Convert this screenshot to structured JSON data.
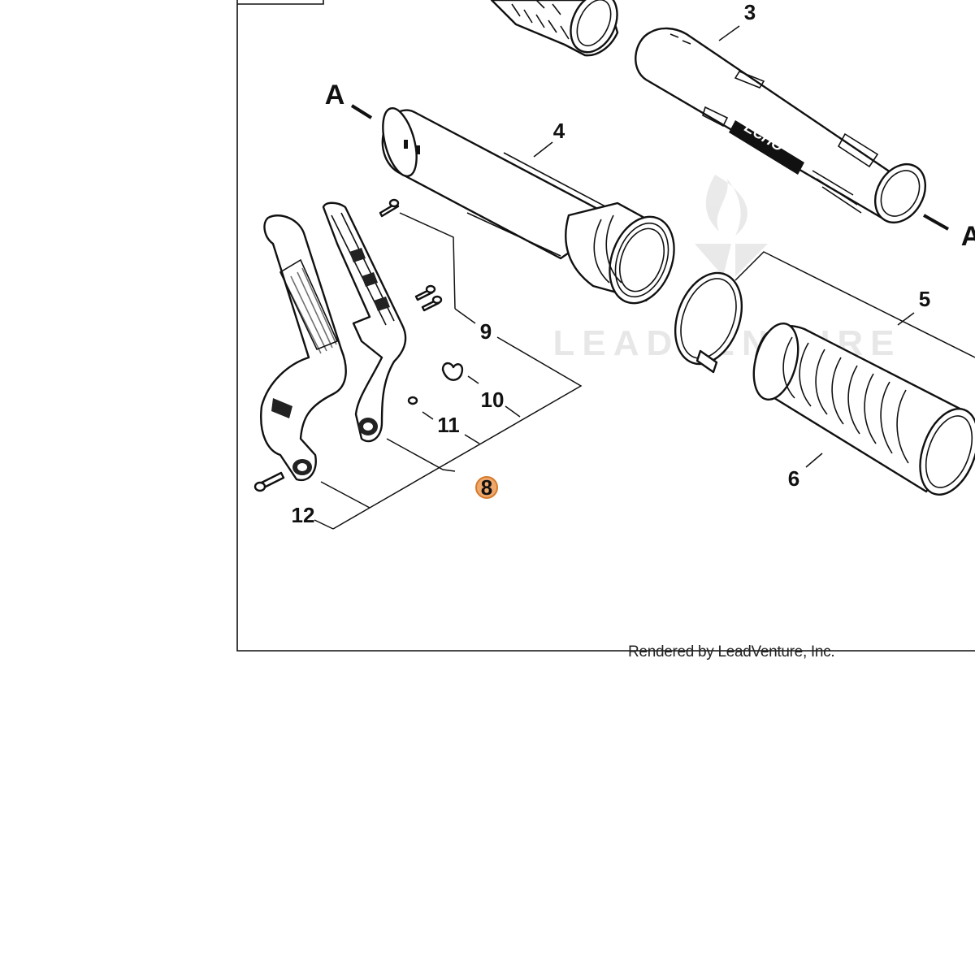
{
  "diagram": {
    "reference_marks": [
      "A",
      "A"
    ],
    "brand_logo": "ECHO",
    "watermark": "LEADVENTURE",
    "callouts": {
      "part3": "3",
      "part4": "4",
      "part5": "5",
      "part6": "6",
      "part8": "8",
      "part9": "9",
      "part10": "10",
      "part11": "11",
      "part12": "12"
    },
    "highlight_color": "#f0a86a",
    "highlight_stroke": "#d57a2c"
  },
  "footer": {
    "credit": "Rendered by LeadVenture, Inc."
  }
}
